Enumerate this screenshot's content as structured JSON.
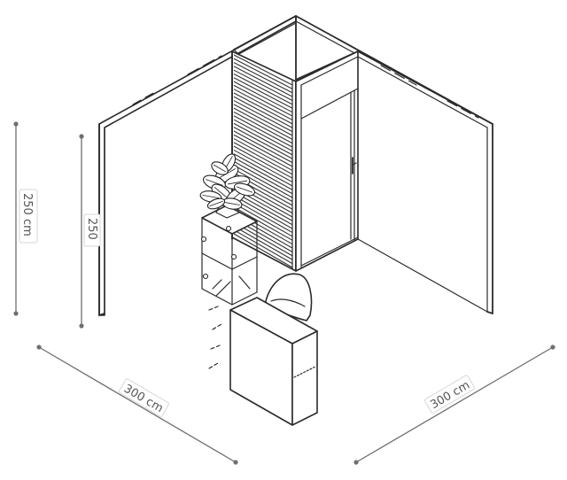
{
  "dimensions": {
    "height_outer": "250 cm",
    "height_inner": "250",
    "width_left": "300 cm",
    "width_right": "300 cm"
  },
  "colors": {
    "line": "#2b2b2b",
    "dimension": "#6f6f6f",
    "background": "#ffffff"
  },
  "icons": {
    "plant": "potted-plant-icon",
    "chair": "lounge-chair-icon"
  }
}
